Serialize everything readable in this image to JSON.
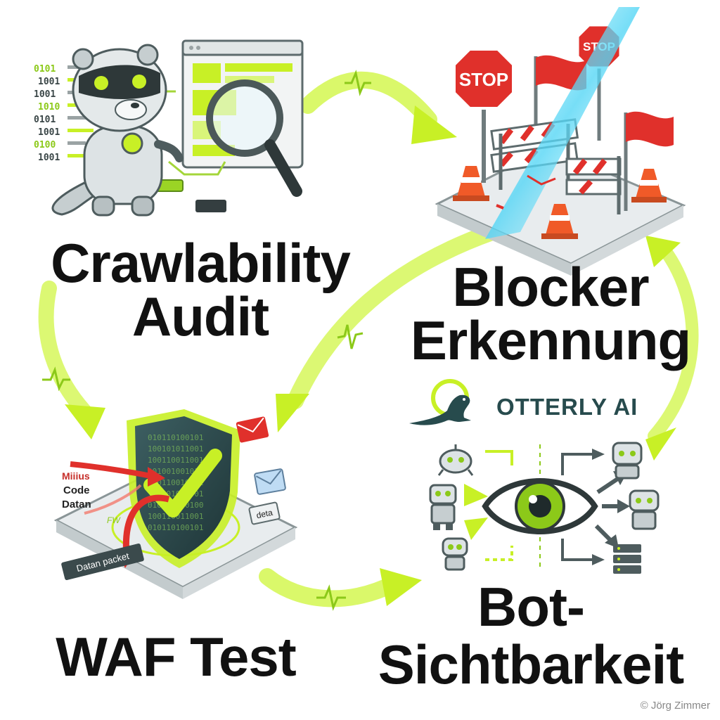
{
  "steps": [
    {
      "line1": "Crawlability",
      "line2": "Audit"
    },
    {
      "line1": "Blocker",
      "line2": "Erkennung"
    },
    {
      "line1": "WAF Test",
      "line2": ""
    },
    {
      "line1": "Bot-",
      "line2": "Sichtbarkeit"
    }
  ],
  "brand": {
    "name": "OTTERLY AI"
  },
  "illustrations": {
    "crawl_binary": [
      "0101",
      "1001",
      "1001",
      "1010",
      "0101",
      "1001",
      "0100",
      "1001"
    ],
    "stop_sign": "STOP",
    "waf_tags": [
      "Miiius",
      "Code",
      "Datan"
    ],
    "data_tag": "deta",
    "fw_tag": "FW",
    "packet_tag": "Datan packet"
  },
  "copyright": "© Jörg Zimmer",
  "colors": {
    "accent": "#c8f026",
    "accent_dark": "#8cc919",
    "text": "#111111",
    "brand": "#274b4d",
    "alert": "#e0302b"
  },
  "icons": [
    "otter-robot-icon",
    "magnifier-icon",
    "browser-window-icon",
    "stop-sign-icon",
    "red-flag-icon",
    "traffic-cone-icon",
    "barrier-icon",
    "shield-check-icon",
    "envelope-icon",
    "eye-icon",
    "robot-icon",
    "server-icon",
    "otter-logo-icon"
  ]
}
